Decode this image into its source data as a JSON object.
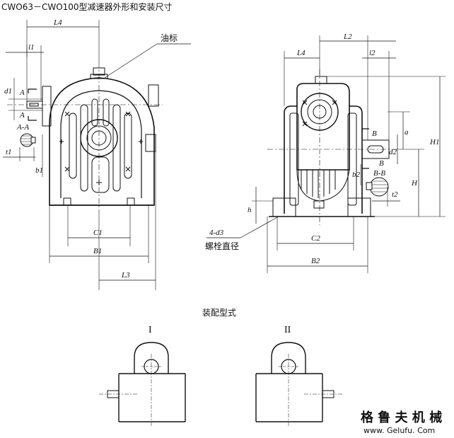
{
  "title": "CWO63－CWO100型减速器外形和安装尺寸",
  "front_view": {
    "dims": {
      "L4": "L4",
      "l1": "l1",
      "d1": "d1",
      "A": "A",
      "A2": "A",
      "section": "A-A",
      "t1": "t1",
      "b1": "b1",
      "C1": "C1",
      "B1": "B1",
      "L3": "L3"
    },
    "oil_mark": "油标"
  },
  "side_view": {
    "dims": {
      "L2": "L2",
      "L4": "L4",
      "l2": "l2",
      "B": "B",
      "B2": "B",
      "a": "a",
      "d2": "d2",
      "H1": "H1",
      "H": "H",
      "section": "B-B",
      "b2": "b2",
      "t2": "t2",
      "h": "h",
      "C2": "C2",
      "B2w": "B2",
      "bolt": "4-d3"
    },
    "bolt_label": "螺栓直径"
  },
  "assembly": {
    "heading": "装配型式",
    "type1": "I",
    "type2": "II"
  },
  "watermark": {
    "brand": "格 鲁 夫 机 械",
    "url": "www. Gelufu. Com"
  },
  "colors": {
    "line": "#111111",
    "watermark": "#e8c8c8",
    "background": "#ffffff"
  }
}
